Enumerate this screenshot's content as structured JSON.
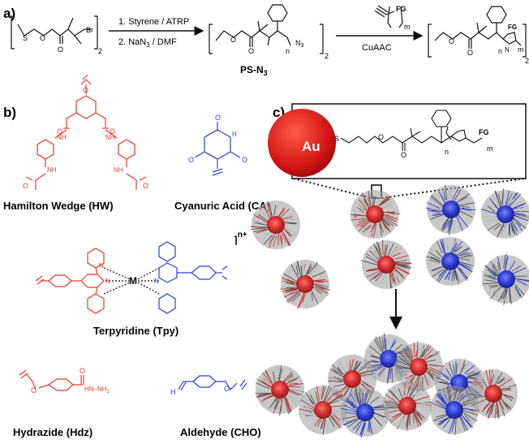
{
  "panels": {
    "a": "a)",
    "b": "b)",
    "c": "c)"
  },
  "scheme": {
    "br": "Br",
    "sub2": "2",
    "step1": "1. Styrene / ATRP",
    "step2": "2. NaN",
    "step2_sub": "3",
    "step2_end": " / DMF",
    "n": "n",
    "n3": "N",
    "n3_sub": "3",
    "ps_n3": "PS-N",
    "ps_n3_sub": "3",
    "fg": "FG",
    "m": "m",
    "cuaac": "CuAAC",
    "triazole_n": "N",
    "colors": {
      "red": "#e8392b",
      "blue": "#2b3fd6",
      "black": "#111111"
    }
  },
  "motifs": {
    "hw": "Hamilton Wedge (HW)",
    "ca": "Cyanuric Acid (CA)",
    "tpy": "Terpyridine (Tpy)",
    "hdz": "Hydrazide (Hdz)",
    "cho": "Aldehyde (CHO)",
    "charge": "n+",
    "metal": "M",
    "atoms": {
      "o": "O",
      "n": "N",
      "h": "H",
      "nh": "NH",
      "nhnh2": "HN–NH"
    }
  },
  "nano": {
    "au": "Au",
    "fg": "FG",
    "n": "n",
    "m": "m",
    "colors": {
      "core_red": "#d42020",
      "core_blue": "#2030d0",
      "shell": "#777777"
    }
  }
}
